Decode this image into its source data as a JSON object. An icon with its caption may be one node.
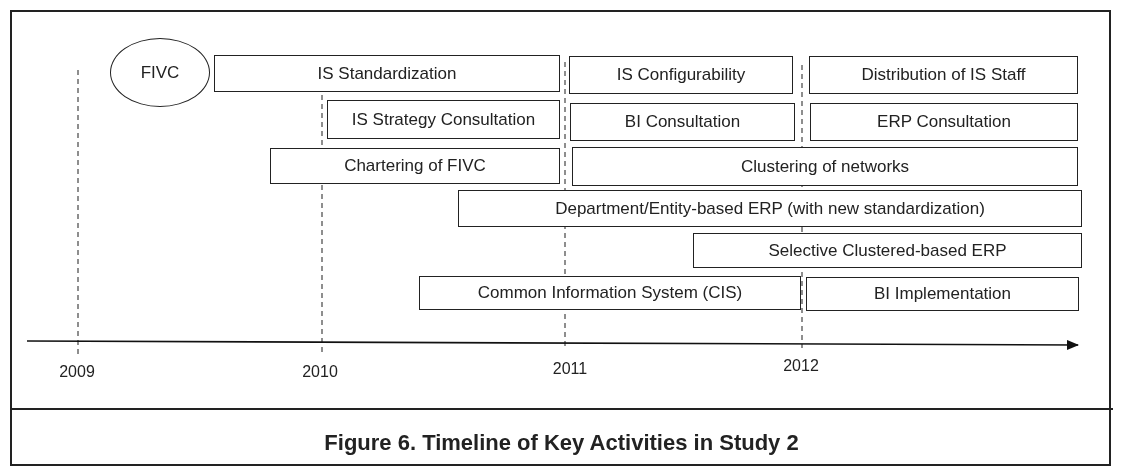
{
  "diagram": {
    "caption": "Figure 6. Timeline of Key Activities in Study 2",
    "nodes": [
      {
        "text": [
          "FIVC"
        ]
      },
      {
        "text": [
          "IS Standardization"
        ]
      },
      {
        "text": [
          "IS Configurability"
        ]
      },
      {
        "text": [
          "Distribution of IS Staff"
        ]
      },
      {
        "text": [
          "IS Strategy Consultation"
        ]
      },
      {
        "text": [
          "BI Consultation"
        ]
      },
      {
        "text": [
          "ERP Consultation"
        ]
      },
      {
        "text": [
          "Chartering of FIVC"
        ]
      },
      {
        "text": [
          "Clustering of networks"
        ]
      },
      {
        "text": [
          "Department/Entity-based ERP (with new standardization)"
        ]
      },
      {
        "text": [
          "Selective Clustered-based ERP"
        ]
      },
      {
        "text": [
          "Common Information System (CIS)"
        ]
      },
      {
        "text": [
          "BI Implementation"
        ]
      }
    ],
    "labels": [
      "2009",
      "2010",
      "2011",
      "2012"
    ]
  }
}
